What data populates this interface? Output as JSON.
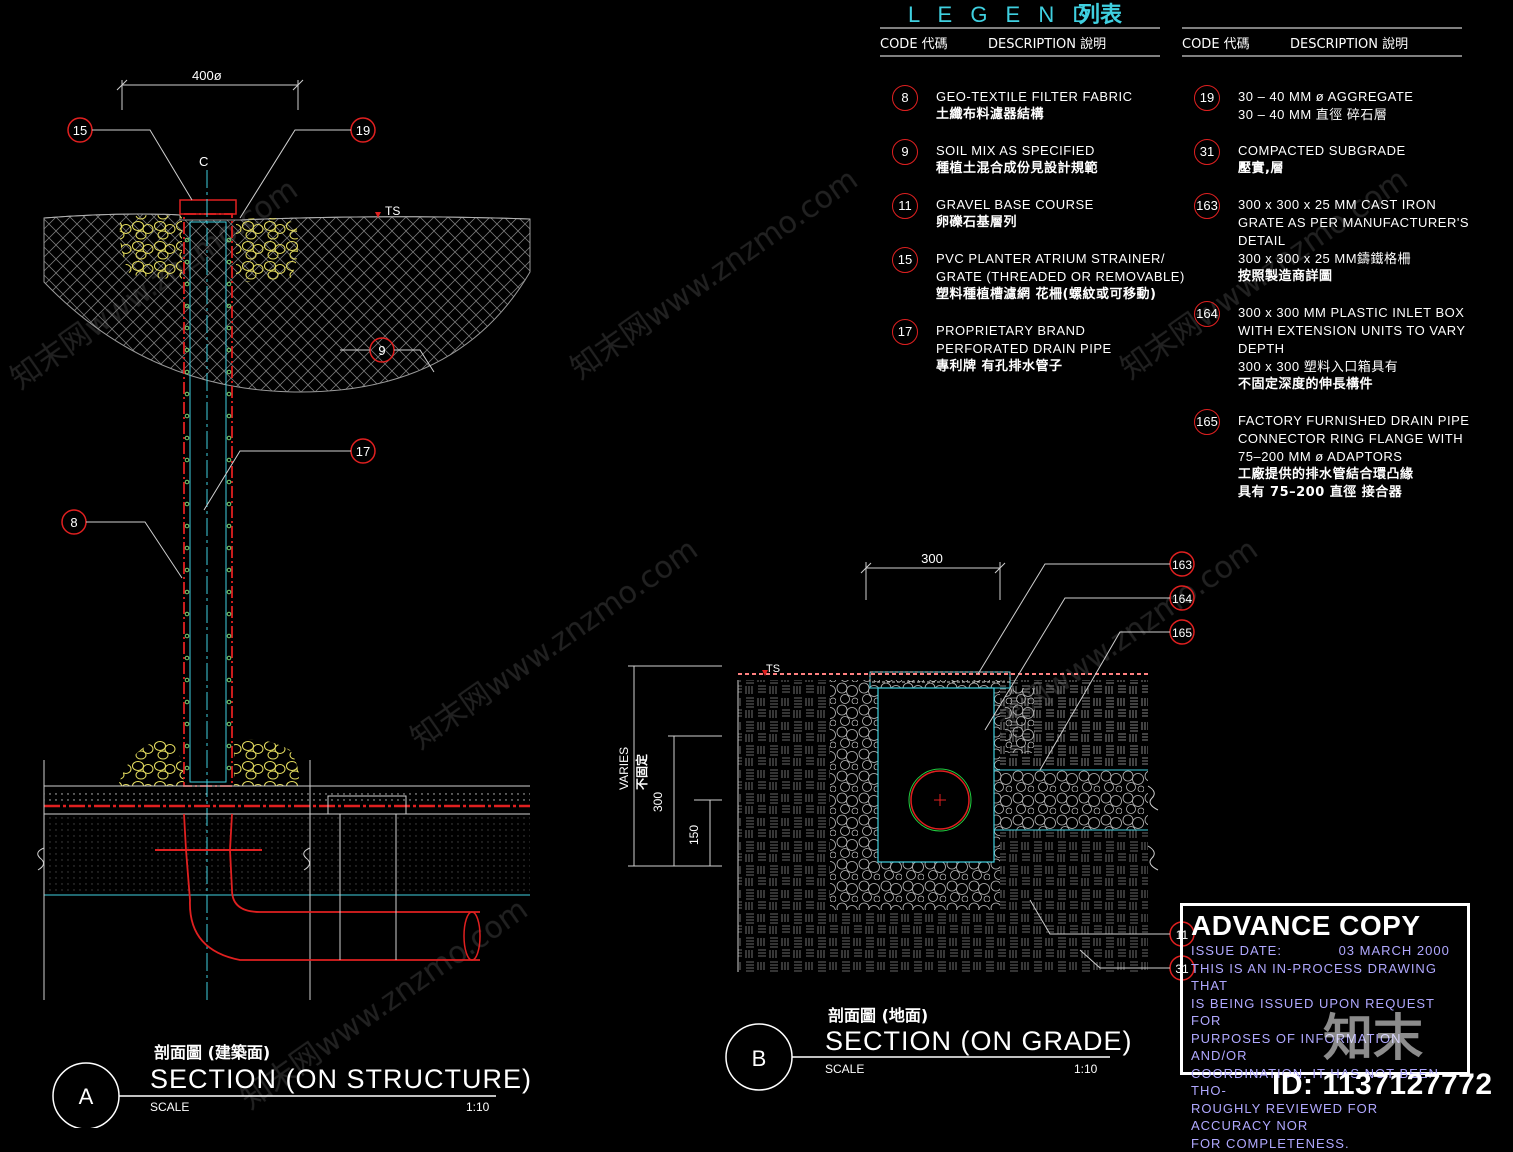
{
  "legend": {
    "title": "L E G E N D",
    "title_zh": "列表",
    "code_header": "CODE 代碼",
    "desc_header": "DESCRIPTION  說明",
    "left_items": [
      {
        "code": "8",
        "lines": [
          "GEO-TEXTILE FILTER FABRIC"
        ],
        "zh": [
          "土纖布料濾器結構"
        ]
      },
      {
        "code": "9",
        "lines": [
          "SOIL MIX AS SPECIFIED"
        ],
        "zh": [
          "種植土混合成份見設計規範"
        ]
      },
      {
        "code": "11",
        "lines": [
          "GRAVEL BASE COURSE"
        ],
        "zh": [
          "卵礫石基層列"
        ]
      },
      {
        "code": "15",
        "lines": [
          "PVC PLANTER ATRIUM STRAINER/",
          "GRATE (THREADED OR REMOVABLE)"
        ],
        "zh": [
          "塑料種植槽濾網 花柵(螺紋或可移動)"
        ]
      },
      {
        "code": "17",
        "lines": [
          "PROPRIETARY BRAND",
          "PERFORATED DRAIN PIPE"
        ],
        "zh": [
          "專利牌 有孔排水管子"
        ]
      }
    ],
    "right_items": [
      {
        "code": "19",
        "lines": [
          "30 – 40 MM ø AGGREGATE",
          "30 – 40 MM 直徑 碎石層"
        ],
        "zh": []
      },
      {
        "code": "31",
        "lines": [
          "COMPACTED SUBGRADE"
        ],
        "zh": [
          "壓實,層"
        ]
      },
      {
        "code": "163",
        "lines": [
          "300 x 300 x 25 MM CAST IRON",
          "GRATE AS PER MANUFACTURER'S",
          "DETAIL",
          "300 x 300 x 25 MM鑄鐵格柵"
        ],
        "zh": [
          "按照製造商詳圖"
        ]
      },
      {
        "code": "164",
        "lines": [
          "300 x 300 MM PLASTIC INLET BOX",
          "WITH EXTENSION UNITS TO VARY",
          "DEPTH",
          "300 x 300 塑料入口箱具有"
        ],
        "zh": [
          "不固定深度的伸長構件"
        ]
      },
      {
        "code": "165",
        "lines": [
          "FACTORY FURNISHED DRAIN PIPE",
          "CONNECTOR RING FLANGE WITH",
          "75–200 MM ø ADAPTORS"
        ],
        "zh": [
          "工廠提供的排水管結合環凸緣",
          "具有 75–200 直徑 接合器"
        ]
      }
    ]
  },
  "section_a": {
    "letter": "A",
    "title_zh": "剖面圖 (建築面)",
    "title": "SECTION (ON STRUCTURE)",
    "scale_label": "SCALE",
    "scale_value": "1:10",
    "dim_width": "400ø",
    "cl": "C",
    "ts": "TS",
    "callouts": [
      "15",
      "19",
      "9",
      "17",
      "8"
    ]
  },
  "section_b": {
    "letter": "B",
    "title_zh": "剖面圖 (地面)",
    "title": "SECTION (ON GRADE)",
    "scale_label": "SCALE",
    "scale_value": "1:10",
    "dim_width": "300",
    "dim_varies": "VARIES",
    "dim_varies_zh": "不固定",
    "dim_300": "300",
    "dim_150": "150",
    "ts": "TS",
    "callouts": [
      "163",
      "164",
      "165",
      "11",
      "31"
    ]
  },
  "stamp": {
    "title": "ADVANCE COPY",
    "issue_label": "ISSUE DATE:",
    "issue_date": "03   MARCH 2000",
    "lines": [
      "THIS IS AN   IN-PROCESS DRAWING THAT",
      "IS BEING ISSUED  UPON REQUEST  FOR",
      "PURPOSES  OF  INFORMATION AND/OR",
      "COORDINATION.  IT HAS NOT BEEN THO-",
      "ROUGHLY REVIEWED FOR ACCURACY NOR",
      "FOR COMPLETENESS."
    ]
  },
  "watermark": {
    "logo": "知末",
    "id": "ID: 1137127772",
    "site": "知末网www.znzmo.com"
  },
  "colors": {
    "red": "#e02020",
    "cyan": "#3fd0e0",
    "yellow": "#e8e060",
    "green": "#20d040",
    "gray": "#8a8a8a",
    "pink": "#ff8080"
  }
}
